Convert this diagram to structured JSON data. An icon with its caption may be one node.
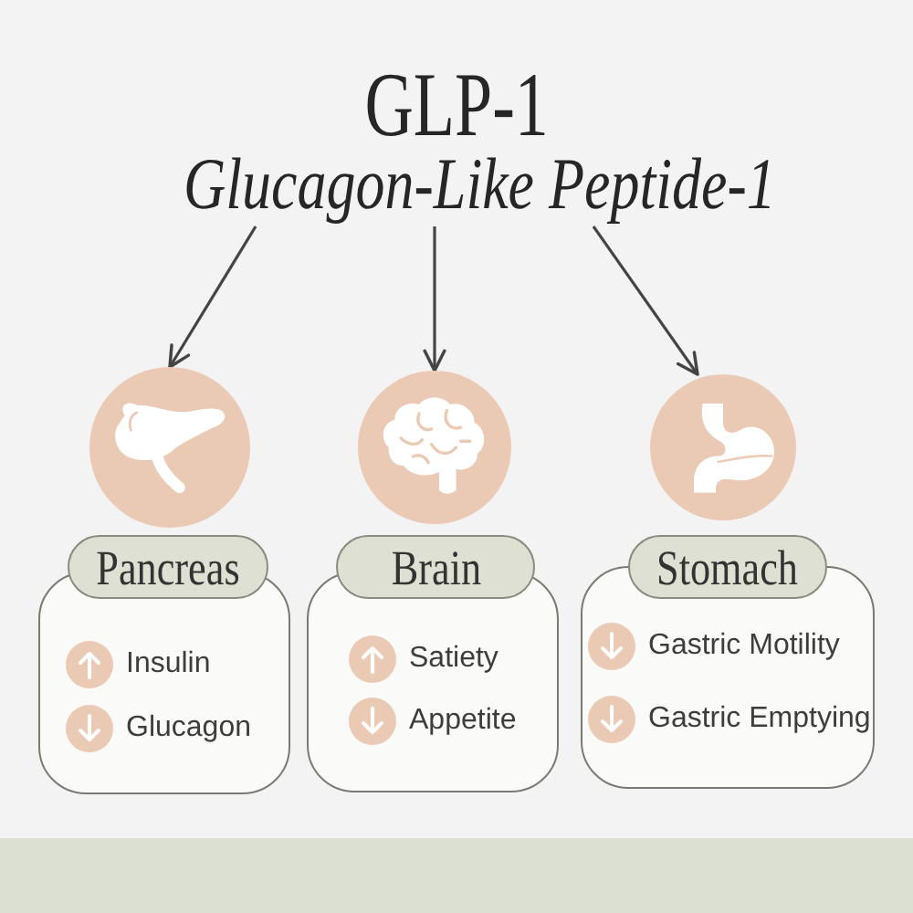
{
  "diagram": {
    "nodes": [
      {
        "text": [
          "GLP-1",
          "Glucagon-Like Peptide-1"
        ]
      },
      {
        "text": [],
        "shape": "picture"
      },
      {
        "text": [
          "Pancreas"
        ]
      },
      {
        "text": [
          "Insulin",
          "Glucagon"
        ]
      },
      {
        "text": [],
        "shape": "picture"
      },
      {
        "text": [
          "Brain"
        ]
      },
      {
        "text": [
          "Satiety",
          "Appetite"
        ]
      },
      {
        "text": [],
        "shape": "picture"
      },
      {
        "text": [
          "Stomach"
        ]
      },
      {
        "text": [
          "Gastric Motility",
          "Gastric Emptying"
        ]
      }
    ],
    "edges": [
      {
        "from": 0,
        "to": 1,
        "arrow": "to"
      },
      {
        "from": 0,
        "to": 4,
        "arrow": "to"
      },
      {
        "from": 0,
        "to": 7,
        "arrow": "to"
      }
    ]
  }
}
